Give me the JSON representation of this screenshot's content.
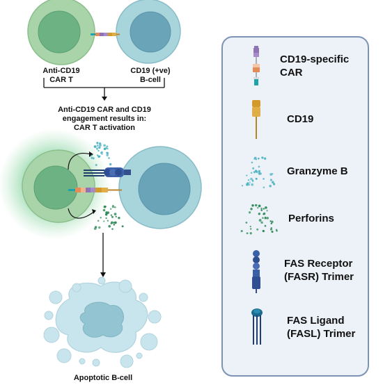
{
  "cells": {
    "car_t_label": [
      "Anti-CD19",
      "CAR T"
    ],
    "b_cell_label": [
      "CD19 (+ve)",
      "B-cell"
    ]
  },
  "step_text": [
    "Anti-CD19 CAR and CD19",
    "engagement results in:",
    "CAR T activation"
  ],
  "result_label": "Apoptotic B-cell",
  "legend": {
    "items": [
      {
        "icon": "cd19-specific-car-icon",
        "lines": [
          "CD19-specific",
          "CAR"
        ]
      },
      {
        "icon": "cd19-icon",
        "lines": [
          "CD19"
        ]
      },
      {
        "icon": "granzyme-b-icon",
        "lines": [
          "Granzyme B"
        ]
      },
      {
        "icon": "perforins-icon",
        "lines": [
          "Perforins"
        ]
      },
      {
        "icon": "fas-receptor-trimer-icon",
        "lines": [
          "FAS Receptor",
          "(FASR) Trimer"
        ]
      },
      {
        "icon": "fas-ligand-trimer-icon",
        "lines": [
          "FAS Ligand",
          "(FASL) Trimer"
        ]
      }
    ]
  },
  "colors": {
    "t_cell_outer": "#a9d3a9",
    "t_cell_nucleus": "#6cb283",
    "b_cell_outer": "#a8d4dc",
    "b_cell_nucleus": "#6aa4b8",
    "car_purple": "#8e73b5",
    "car_orange": "#e58b56",
    "car_teal": "#1ea3ad",
    "cd19_gold": "#d39a2b",
    "granzyme": "#4fb3c2",
    "perforin": "#2f8a5a",
    "fas_blue": "#3b5fa8",
    "legend_bg": "#ecf2f8",
    "legend_border": "#7d93b3"
  }
}
